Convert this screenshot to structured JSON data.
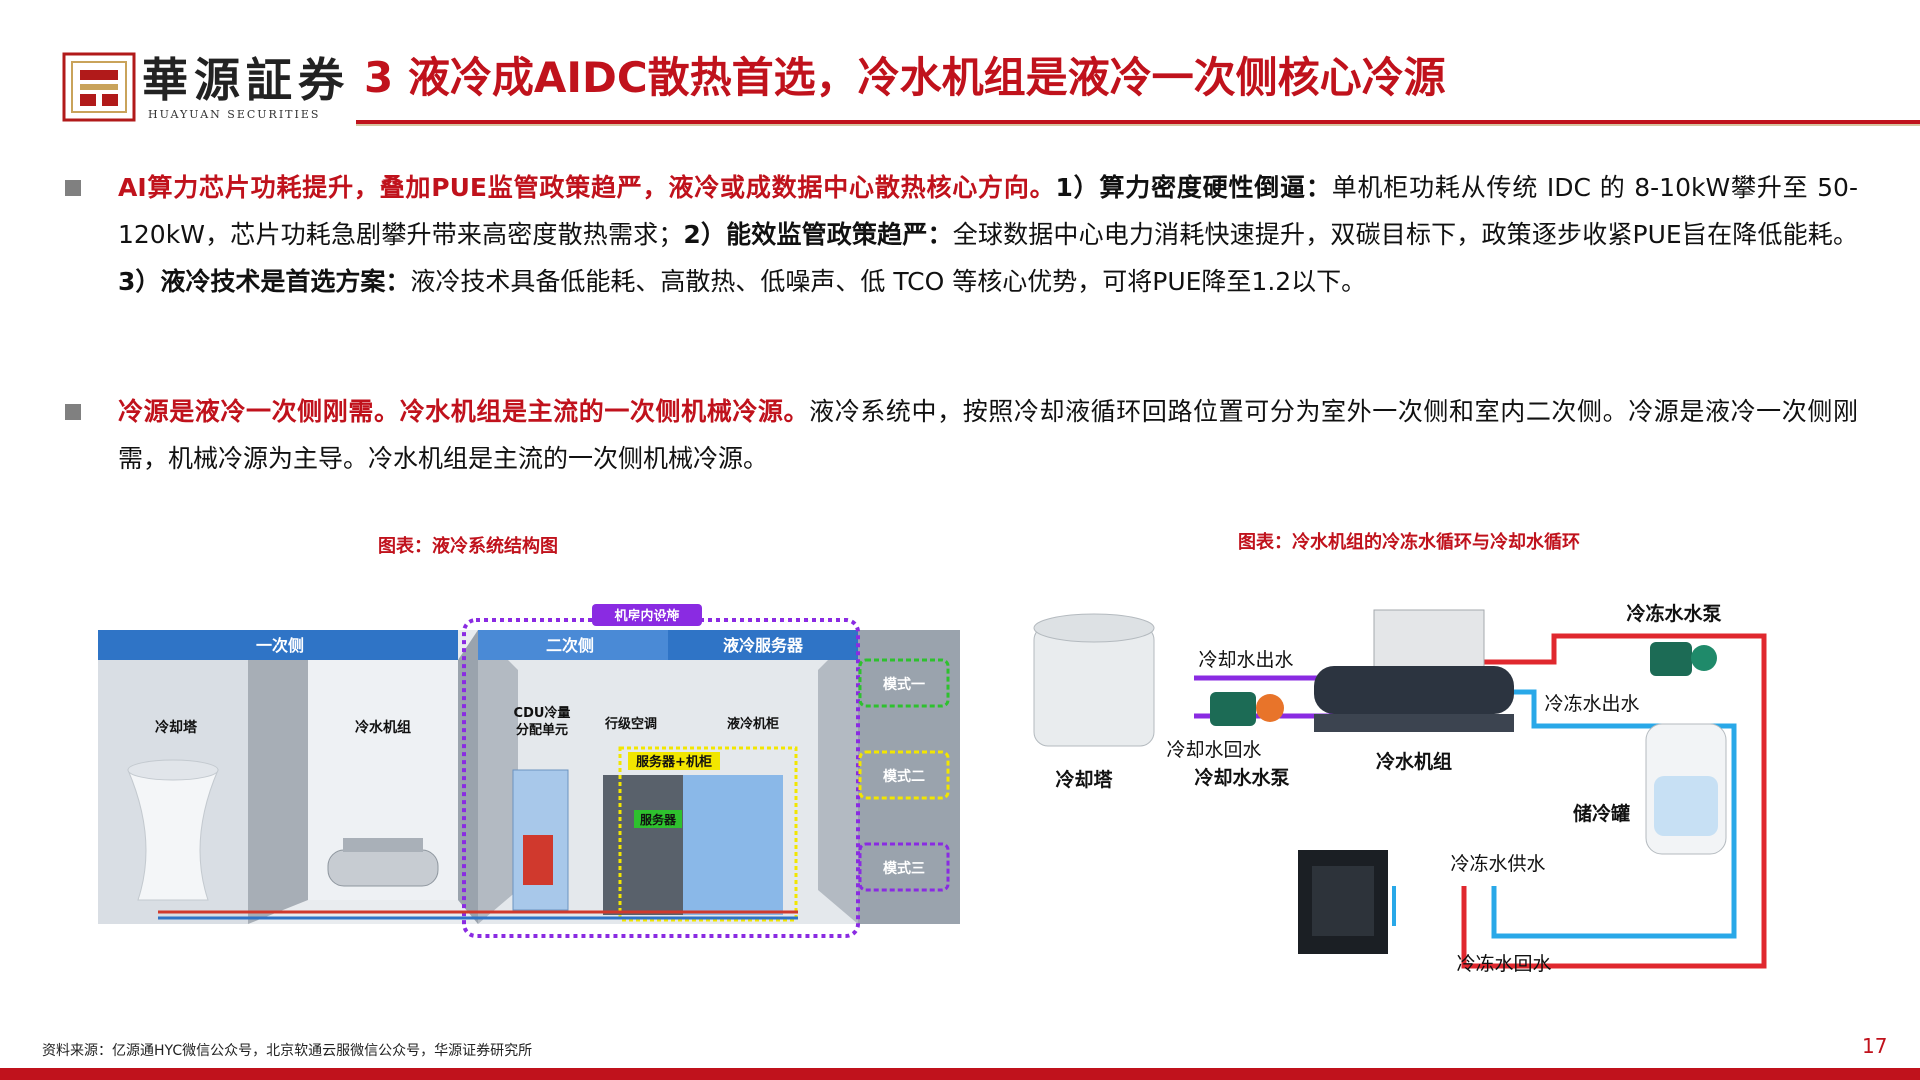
{
  "header": {
    "logo_cn": "華源証券",
    "logo_en": "HUAYUAN SECURITIES",
    "title": "3 液冷成AIDC散热首选，冷水机组是液冷一次侧核心冷源"
  },
  "bullets": [
    {
      "lead": "AI算力芯片功耗提升，叠加PUE监管政策趋严，液冷或成数据中心散热核心方向。",
      "p1_num": "1）",
      "p1_head": "算力密度硬性倒逼：",
      "p1_text": "单机柜功耗从传统 IDC 的 8-10kW攀升至 50-120kW，芯片功耗急剧攀升带来高密度散热需求；",
      "p2_num": "2）",
      "p2_head": "能效监管政策趋严：",
      "p2_text": "全球数据中心电力消耗快速提升，双碳目标下，政策逐步收紧PUE旨在降低能耗。",
      "p3_num": "3）",
      "p3_head": "液冷技术是首选方案：",
      "p3_text": "液冷技术具备低能耗、高散热、低噪声、低 TCO 等核心优势，可将PUE降至1.2以下。"
    },
    {
      "lead": "冷源是液冷一次侧刚需。冷水机组是主流的一次侧机械冷源。",
      "text": "液冷系统中，按照冷却液循环回路位置可分为室外一次侧和室内二次侧。冷源是液冷一次侧刚需，机械冷源为主导。冷水机组是主流的一次侧机械冷源。"
    }
  ],
  "figure1": {
    "caption": "图表：液冷系统结构图",
    "room_label": "机房内设施",
    "header_primary": "一次侧",
    "header_secondary": "二次侧",
    "header_server": "液冷服务器",
    "cooling_tower": "冷却塔",
    "chiller": "冷水机组",
    "cdu_line1": "CDU冷量",
    "cdu_line2": "分配单元",
    "row_ac": "行级空调",
    "liquid_cabinet": "液冷机柜",
    "server_rack": "服务器+机柜",
    "server": "服务器",
    "mode1": "模式一",
    "mode2": "模式二",
    "mode3": "模式三"
  },
  "figure2": {
    "caption": "图表：冷水机组的冷冻水循环与冷却水循环",
    "cooling_out": "冷却水出水",
    "cooling_return": "冷却水回水",
    "cooling_tower": "冷却塔",
    "cooling_pump": "冷却水水泵",
    "chiller": "冷水机组",
    "chilled_pump": "冷冻水水泵",
    "chilled_out": "冷冻水出水",
    "storage_tank": "储冷罐",
    "chilled_supply": "冷冻水供水",
    "chilled_return": "冷冻水回水"
  },
  "footer": {
    "source": "资料来源：亿源通HYC微信公众号，北京软通云服微信公众号，华源证券研究所",
    "page": "17"
  },
  "colors": {
    "brand_red": "#c0121c",
    "blue_header": "#2f74c6",
    "purple": "#8a2be2",
    "yellow": "#f2e600",
    "green": "#2ec12e"
  }
}
